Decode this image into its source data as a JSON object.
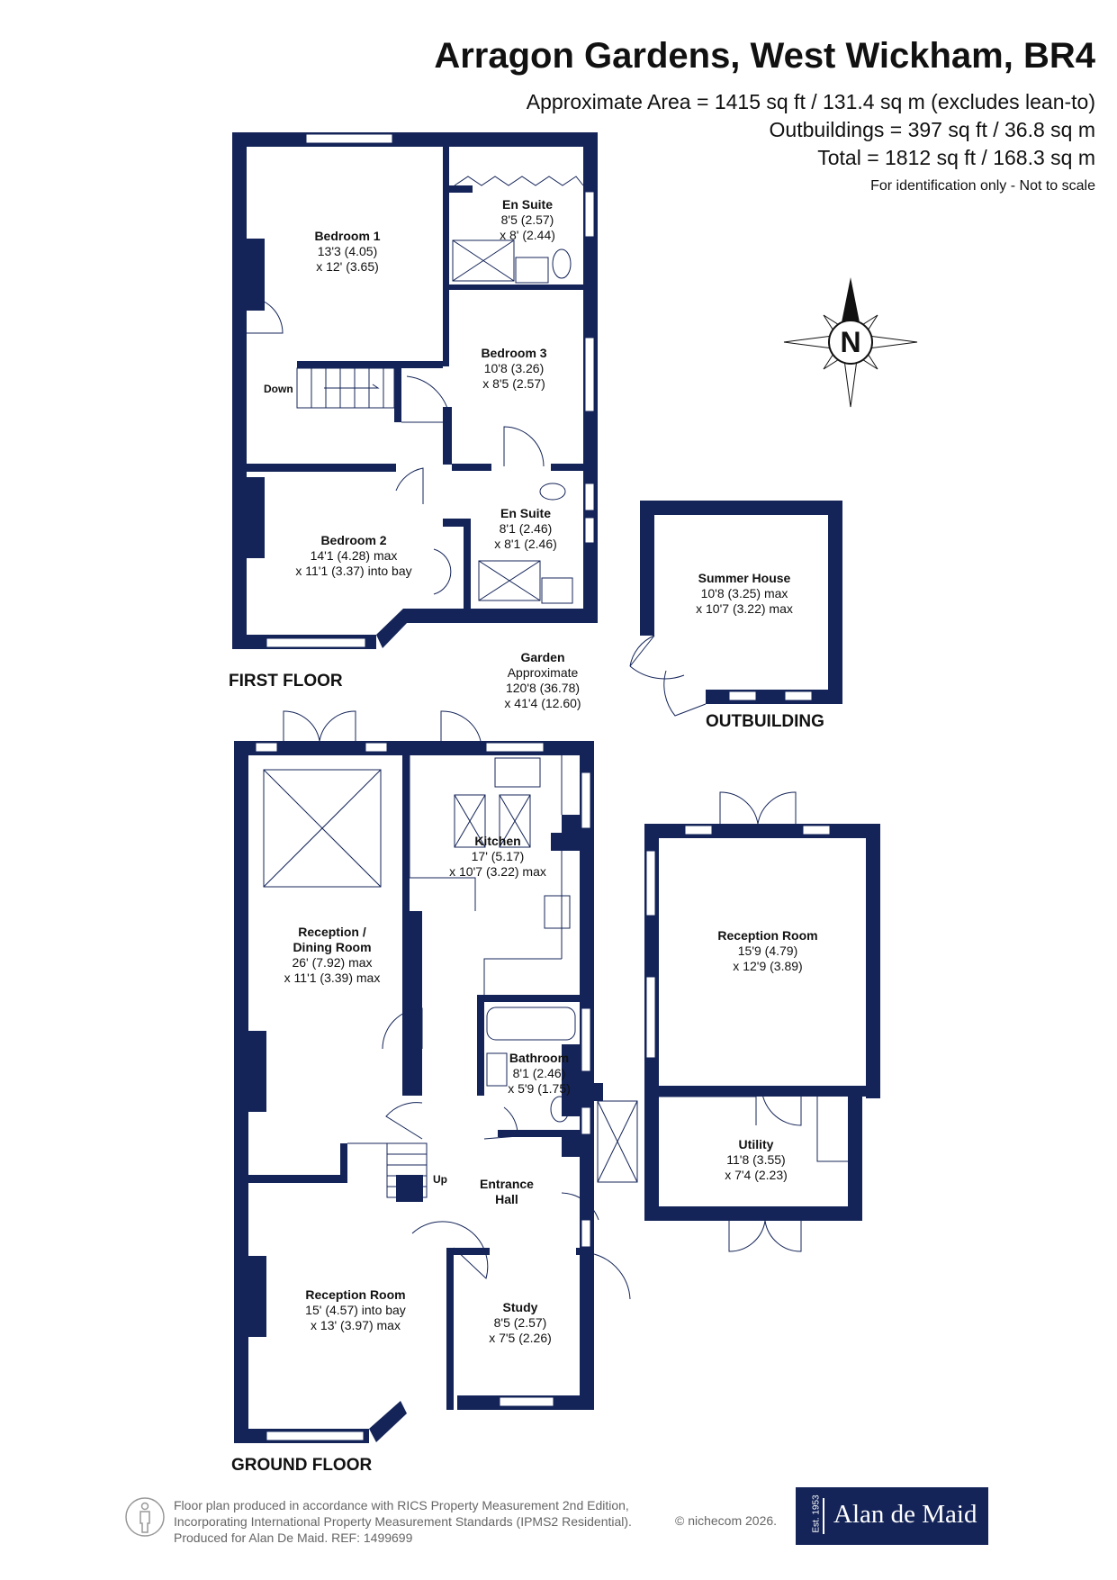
{
  "header": {
    "title": "Arragon Gardens, West Wickham, BR4",
    "area_main": "Approximate Area = 1415 sq ft / 131.4 sq m (excludes lean-to)",
    "area_outbuildings": "Outbuildings = 397 sq ft / 36.8 sq m",
    "area_total": "Total = 1812 sq ft / 168.3 sq m",
    "disclaimer": "For identification only - Not to scale"
  },
  "compass": {
    "label": "N"
  },
  "floors": {
    "first": "FIRST FLOOR",
    "ground": "GROUND FLOOR",
    "outbuilding": "OUTBUILDING"
  },
  "rooms": {
    "bedroom1": {
      "name": "Bedroom 1",
      "dim1": "13'3 (4.05)",
      "dim2": "x 12' (3.65)"
    },
    "ensuite1": {
      "name": "En Suite",
      "dim1": "8'5 (2.57)",
      "dim2": "x 8' (2.44)"
    },
    "bedroom3": {
      "name": "Bedroom 3",
      "dim1": "10'8 (3.26)",
      "dim2": "x 8'5 (2.57)"
    },
    "bedroom2": {
      "name": "Bedroom 2",
      "dim1": "14'1 (4.28) max",
      "dim2": "x 11'1 (3.37) into bay"
    },
    "ensuite2": {
      "name": "En Suite",
      "dim1": "8'1 (2.46)",
      "dim2": "x 8'1 (2.46)"
    },
    "summer": {
      "name": "Summer House",
      "dim1": "10'8 (3.25) max",
      "dim2": "x 10'7 (3.22) max"
    },
    "garden": {
      "name": "Garden",
      "dim0": "Approximate",
      "dim1": "120'8 (36.78)",
      "dim2": "x 41'4 (12.60)"
    },
    "kitchen": {
      "name": "Kitchen",
      "dim1": "17' (5.17)",
      "dim2": "x 10'7 (3.22) max"
    },
    "dining": {
      "name": "Reception /",
      "name2": "Dining Room",
      "dim1": "26' (7.92) max",
      "dim2": "x 11'1 (3.39) max"
    },
    "reception_right": {
      "name": "Reception Room",
      "dim1": "15'9 (4.79)",
      "dim2": "x 12'9 (3.89)"
    },
    "bathroom": {
      "name": "Bathroom",
      "dim1": "8'1 (2.46)",
      "dim2": "x 5'9 (1.75)"
    },
    "utility": {
      "name": "Utility",
      "dim1": "11'8 (3.55)",
      "dim2": "x 7'4 (2.23)"
    },
    "hall": {
      "name": "Entrance",
      "name2": "Hall"
    },
    "reception_front": {
      "name": "Reception Room",
      "dim1": "15' (4.57) into bay",
      "dim2": "x 13' (3.97) max"
    },
    "study": {
      "name": "Study",
      "dim1": "8'5 (2.57)",
      "dim2": "x 7'5 (2.26)"
    }
  },
  "stairs": {
    "down": "Down",
    "up": "Up"
  },
  "footer": {
    "line1": "Floor plan produced in accordance with RICS Property Measurement 2nd Edition,",
    "line2": "Incorporating International Property Measurement Standards (IPMS2 Residential).",
    "line3": "Produced for Alan De Maid.   REF: 1499699",
    "copyright": "© nichecom 2026."
  },
  "logo": {
    "est": "Est. 1953",
    "name": "Alan de Maid"
  }
}
